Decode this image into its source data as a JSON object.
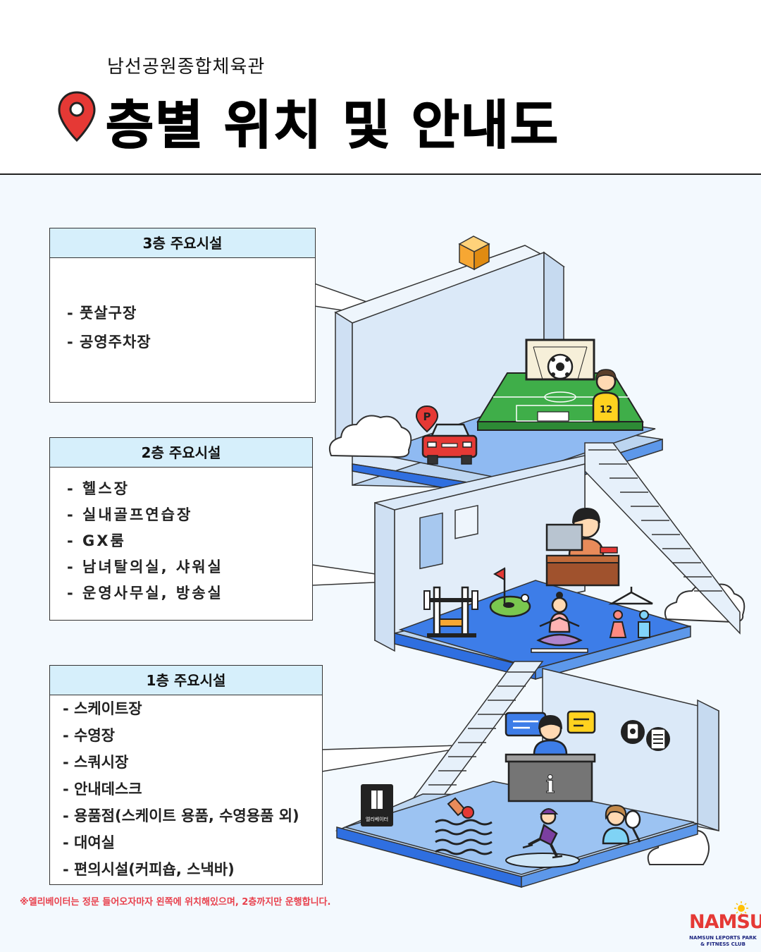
{
  "header": {
    "subtitle": "남선공원종합체육관",
    "title": "층별 위치 및 안내도"
  },
  "floors": [
    {
      "heading": "3층 주요시설",
      "items": [
        "- 풋살구장",
        "- 공영주차장"
      ]
    },
    {
      "heading": "2층 주요시설",
      "items": [
        "- 헬스장",
        "- 실내골프연습장",
        "- GX룸",
        "- 남녀탈의실, 샤워실",
        "- 운영사무실, 방송실"
      ]
    },
    {
      "heading": "1층 주요시설",
      "items": [
        "- 스케이트장",
        "- 수영장",
        "- 스쿼시장",
        "- 안내데스크",
        "- 용품점(스케이트 용품, 수영용품 외)",
        "- 대여실",
        "- 편의시설(커피숍, 스낵바)"
      ]
    }
  ],
  "illustration": {
    "elevator_label": "엘리베이터",
    "parking_letter": "P",
    "jersey_number": "12",
    "info_letter": "i",
    "icons": [
      "location-pin-icon",
      "soccer-goal-icon",
      "soccer-ball-icon",
      "futsal-field-icon",
      "soccer-player-icon",
      "parking-icon",
      "car-icon",
      "computer-desk-icon",
      "golf-flag-icon",
      "squat-rack-icon",
      "yoga-icon",
      "restroom-icon",
      "info-desk-icon",
      "swimmer-icon",
      "skater-icon",
      "tennis-player-icon",
      "coffee-icon",
      "vending-machine-icon",
      "elevator-icon",
      "cloud-icon",
      "stairs-icon"
    ]
  },
  "footnote": "※엘리베이터는 정문 들어오자마자 왼쪽에 위치해있으며, 2층까지만 운행합니다.",
  "logo": {
    "name": "NAMSUN",
    "line1": "NAMSUN LEPORTS PARK",
    "line2": "& FITNESS CLUB"
  },
  "colors": {
    "header_bg": "#ffffff",
    "content_bg": "#f3f9fe",
    "box_header_bg": "#d6effb",
    "floor_blue": "#3d7de8",
    "wall_light": "#dbe9f8",
    "field_green": "#3fae49",
    "pin_red": "#e53935",
    "footnote_red": "#e8404c"
  }
}
